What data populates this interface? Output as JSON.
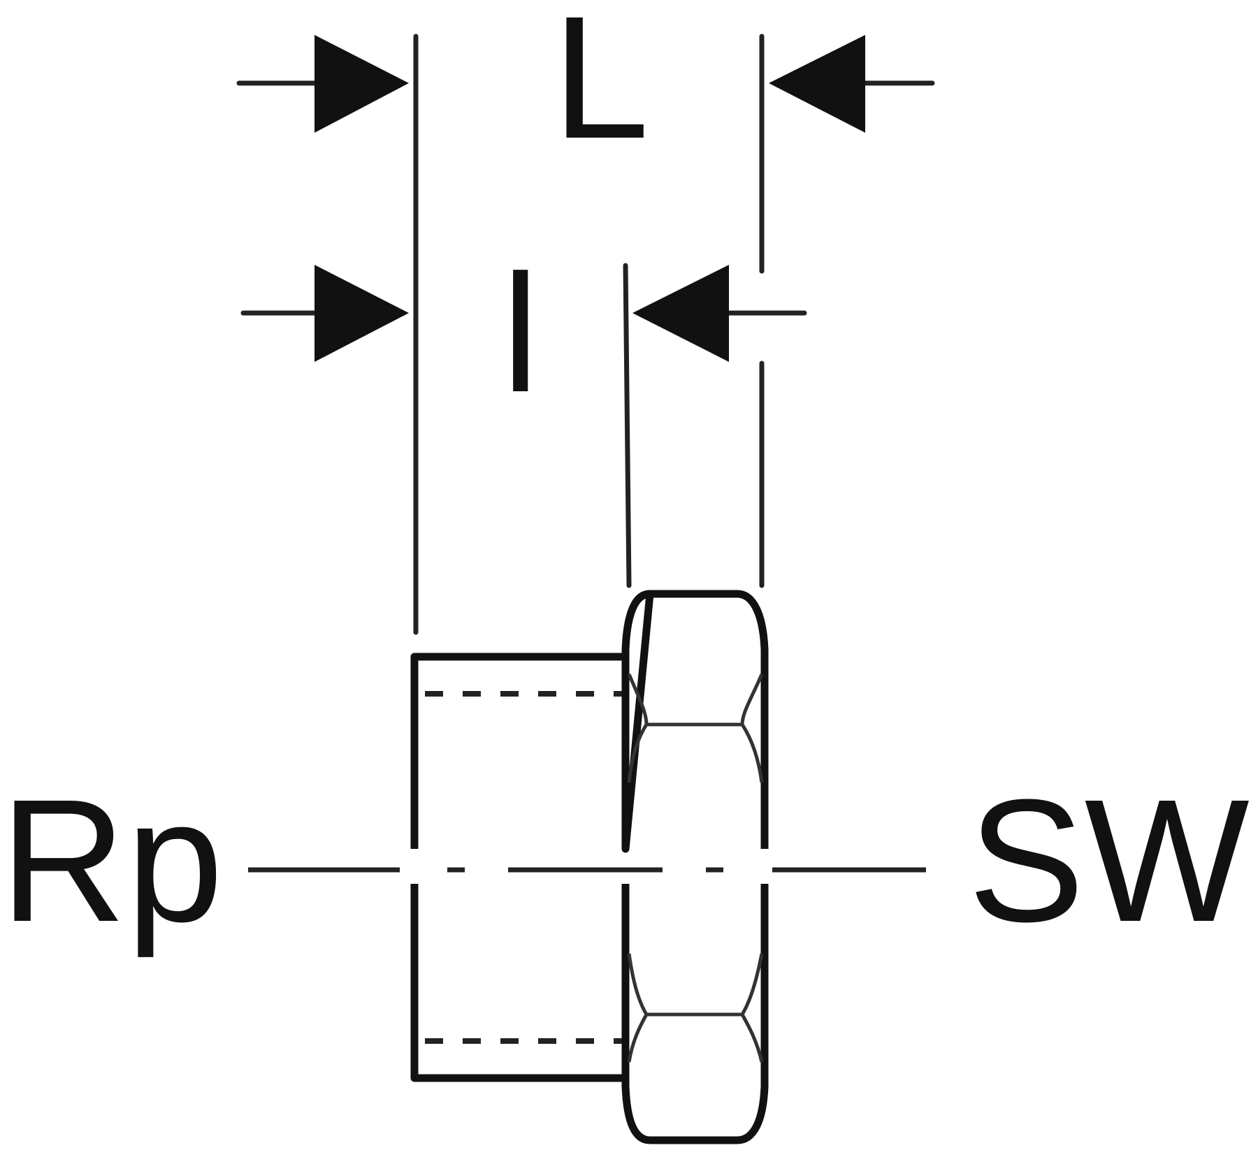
{
  "labels": {
    "overall_length": "L",
    "thread_length": "l",
    "thread": "Rp",
    "wrench_size": "SW"
  },
  "colors": {
    "ink": "#111111",
    "background": "#ffffff"
  }
}
